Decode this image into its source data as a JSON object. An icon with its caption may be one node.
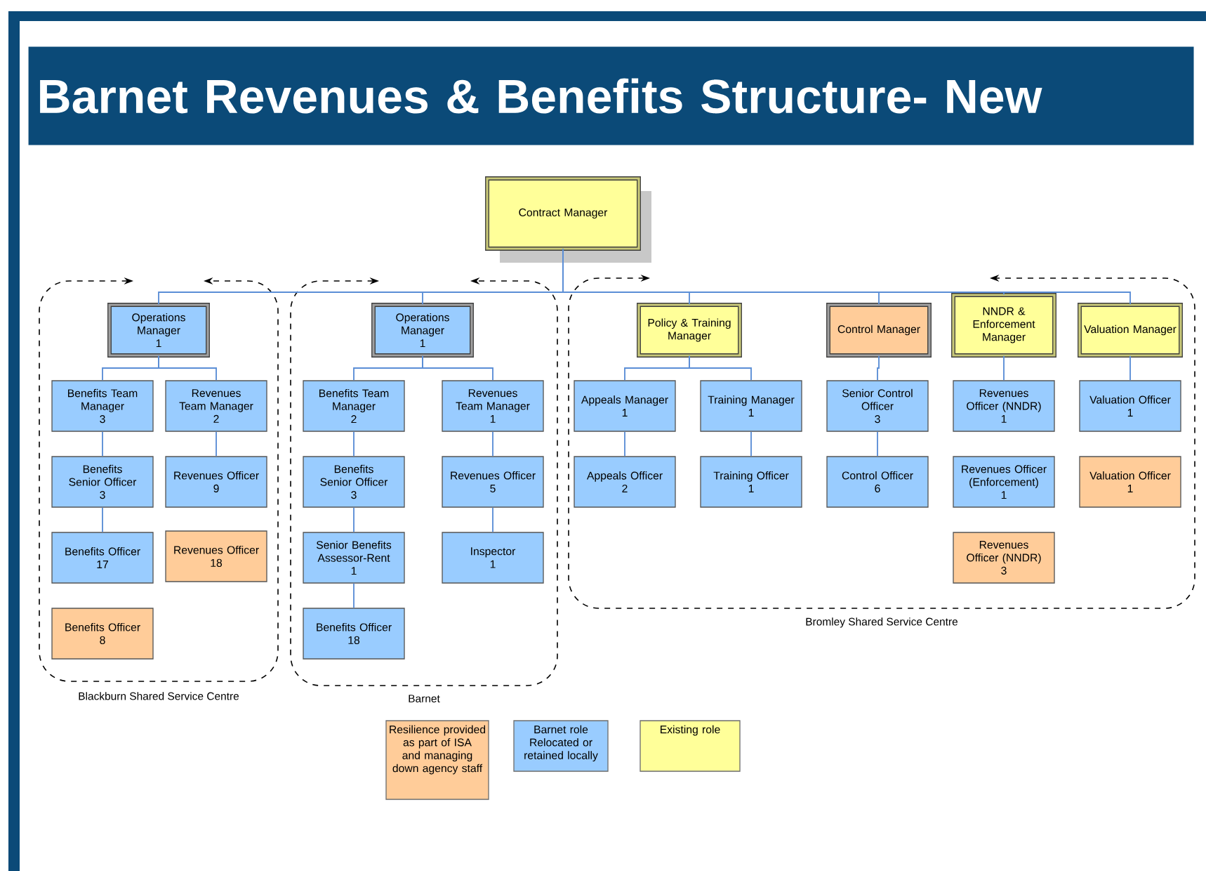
{
  "diagram": {
    "title": "Barnet Revenues & Benefits Structure- New",
    "nodes": [
      {
        "text": [
          "Contract Manager"
        ]
      },
      {
        "text": [
          "Blackburn Shared Service Centre"
        ]
      },
      {
        "text": [
          "Barnet"
        ]
      },
      {
        "text": [
          "Bromley Shared Service Centre"
        ]
      },
      {
        "text": [
          "Operations Manager",
          "1"
        ],
        "in": 1
      },
      {
        "text": [
          "Benefits Team Manager",
          "3"
        ],
        "in": 1
      },
      {
        "text": [
          "Revenues Team Manager",
          "2"
        ],
        "in": 1
      },
      {
        "text": [
          "Benefits Senior Officer",
          "3"
        ],
        "in": 1
      },
      {
        "text": [
          "Revenues Officer",
          "9"
        ],
        "in": 1
      },
      {
        "text": [
          "Benefits Officer",
          "17"
        ],
        "in": 1
      },
      {
        "text": [
          "Revenues Officer",
          "18"
        ],
        "in": 1
      },
      {
        "text": [
          "Benefits Officer",
          "8"
        ],
        "in": 1
      },
      {
        "text": [
          "Operations Manager",
          "1"
        ],
        "in": 2
      },
      {
        "text": [
          "Benefits Team Manager",
          "2"
        ],
        "in": 2
      },
      {
        "text": [
          "Revenues Team Manager",
          "1"
        ],
        "in": 2
      },
      {
        "text": [
          "Benefits Senior Officer",
          "3"
        ],
        "in": 2
      },
      {
        "text": [
          "Revenues Officer",
          "5"
        ],
        "in": 2
      },
      {
        "text": [
          "Senior Benefits Assessor-Rent",
          "1"
        ],
        "in": 2
      },
      {
        "text": [
          "Inspector",
          "1"
        ],
        "in": 2
      },
      {
        "text": [
          "Benefits Officer",
          "18"
        ],
        "in": 2
      },
      {
        "text": [
          "Policy & Training Manager"
        ],
        "in": 3
      },
      {
        "text": [
          "Control Manager"
        ],
        "in": 3
      },
      {
        "text": [
          "NNDR & Enforcement Manager"
        ],
        "in": 3
      },
      {
        "text": [
          "Valuation Manager"
        ],
        "in": 3
      },
      {
        "text": [
          "Appeals Manager",
          "1"
        ],
        "in": 3
      },
      {
        "text": [
          "Training Manager",
          "1"
        ],
        "in": 3
      },
      {
        "text": [
          "Senior Control Officer",
          "3"
        ],
        "in": 3
      },
      {
        "text": [
          "Revenues Officer (NNDR)",
          "1"
        ],
        "in": 3
      },
      {
        "text": [
          "Valuation Officer",
          "1"
        ],
        "in": 3
      },
      {
        "text": [
          "Appeals Officer",
          "2"
        ],
        "in": 3
      },
      {
        "text": [
          "Training Officer",
          "1"
        ],
        "in": 3
      },
      {
        "text": [
          "Control Officer",
          "6"
        ],
        "in": 3
      },
      {
        "text": [
          "Revenues Officer (Enforcement)",
          "1"
        ],
        "in": 3
      },
      {
        "text": [
          "Valuation Officer",
          "1"
        ],
        "in": 3
      },
      {
        "text": [
          "Revenues Officer (NNDR)",
          "3"
        ],
        "in": 3
      }
    ],
    "edges": [
      {
        "from": 0,
        "to": 4,
        "arrow": "none"
      },
      {
        "from": 0,
        "to": 12,
        "arrow": "none"
      },
      {
        "from": 0,
        "to": 20,
        "arrow": "none"
      },
      {
        "from": 0,
        "to": 21,
        "arrow": "none"
      },
      {
        "from": 0,
        "to": 22,
        "arrow": "none"
      },
      {
        "from": 0,
        "to": 23,
        "arrow": "none"
      },
      {
        "from": 4,
        "to": 5,
        "arrow": "none"
      },
      {
        "from": 4,
        "to": 6,
        "arrow": "none"
      },
      {
        "from": 5,
        "to": 7,
        "arrow": "none"
      },
      {
        "from": 7,
        "to": 9,
        "arrow": "none"
      },
      {
        "from": 6,
        "to": 8,
        "arrow": "none"
      },
      {
        "from": 12,
        "to": 13,
        "arrow": "none"
      },
      {
        "from": 12,
        "to": 14,
        "arrow": "none"
      },
      {
        "from": 13,
        "to": 15,
        "arrow": "none"
      },
      {
        "from": 15,
        "to": 17,
        "arrow": "none"
      },
      {
        "from": 17,
        "to": 19,
        "arrow": "none"
      },
      {
        "from": 14,
        "to": 16,
        "arrow": "none"
      },
      {
        "from": 16,
        "to": 18,
        "arrow": "none"
      },
      {
        "from": 20,
        "to": 24,
        "arrow": "none"
      },
      {
        "from": 20,
        "to": 25,
        "arrow": "none"
      },
      {
        "from": 24,
        "to": 29,
        "arrow": "none"
      },
      {
        "from": 25,
        "to": 30,
        "arrow": "none"
      },
      {
        "from": 21,
        "to": 26,
        "arrow": "none"
      },
      {
        "from": 26,
        "to": 31,
        "arrow": "none"
      },
      {
        "from": 22,
        "to": 27,
        "arrow": "none"
      },
      {
        "from": 23,
        "to": 28,
        "arrow": "none"
      }
    ],
    "legend": [
      {
        "text": "Resilience provided as part of ISA and managing down agency staff",
        "color": "#ffcc99"
      },
      {
        "text": "Barnet role Relocated or retained locally",
        "color": "#99ccff"
      },
      {
        "text": "Existing role",
        "color": "#ffff99"
      }
    ]
  }
}
